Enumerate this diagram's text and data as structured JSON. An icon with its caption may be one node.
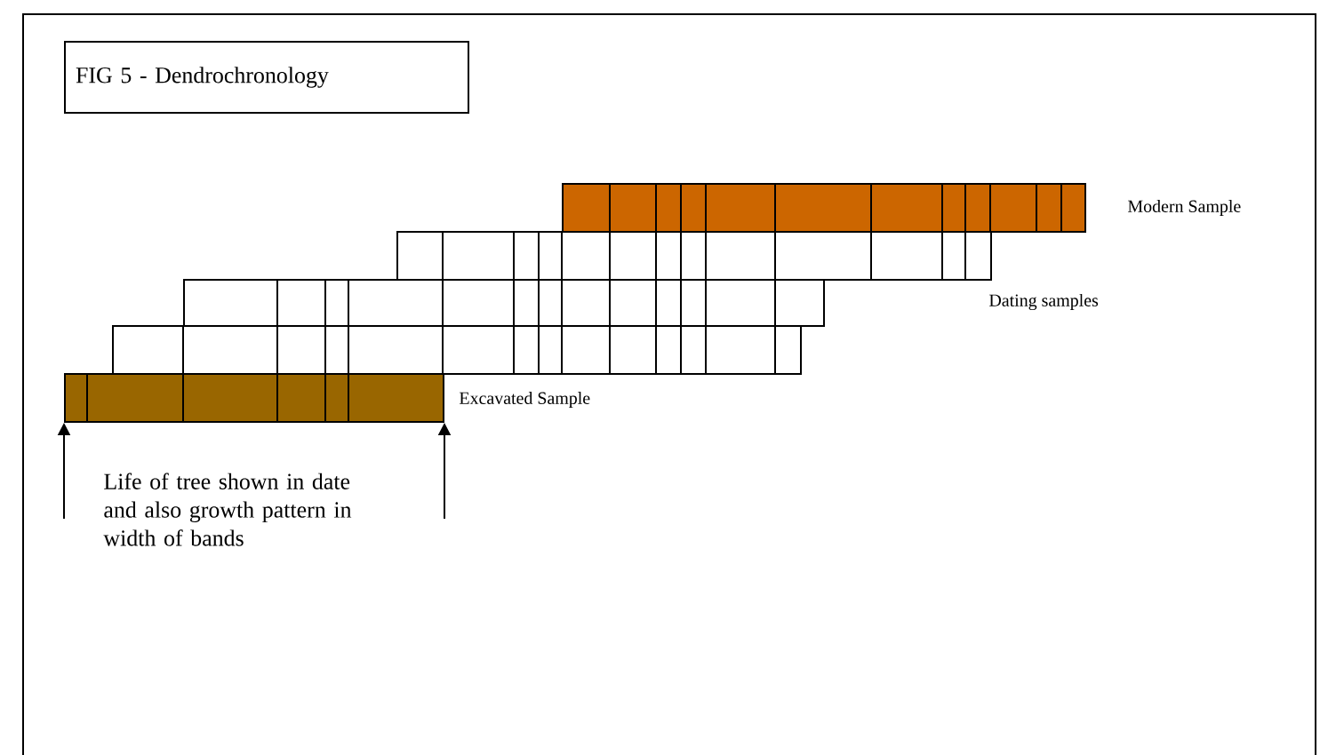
{
  "diagram": {
    "nodes": [
      {
        "text": [
          "FIG 5 - Dendrochronology"
        ]
      },
      {
        "text": [],
        "shape": "bar",
        "beside": [
          "Modern Sample"
        ]
      },
      {
        "text": [],
        "shape": "bar"
      },
      {
        "text": [],
        "shape": "bar"
      },
      {
        "text": [],
        "shape": "bar"
      },
      {
        "text": [],
        "shape": "bar",
        "beside": [
          "Excavated Sample"
        ]
      }
    ],
    "edges": [
      {
        "from": null,
        "to": 5,
        "arrow": "to"
      },
      {
        "from": null,
        "to": 5,
        "arrow": "to"
      }
    ],
    "labels": [
      "Dating samples",
      "Life of tree shown in date and also growth pattern in width of bands"
    ]
  }
}
